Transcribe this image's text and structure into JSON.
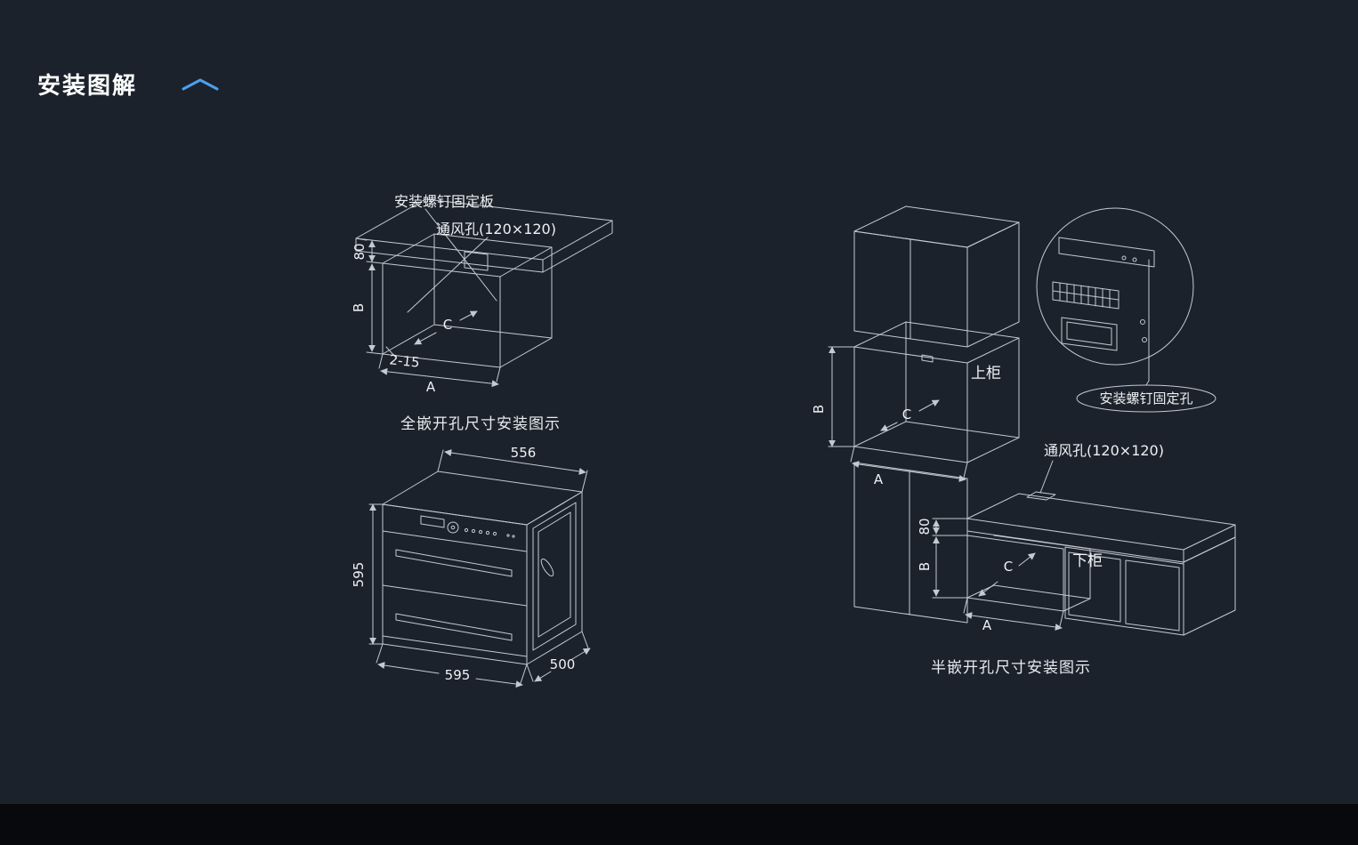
{
  "page": {
    "title": "安装图解"
  },
  "icons": {
    "collapse": "chevron-up"
  },
  "colors": {
    "background": "#1b222b",
    "footer": "#07090c",
    "accent_blue": "#4aa0f0",
    "line": "#c3cad2",
    "text": "#eef1f4"
  },
  "full_embed": {
    "caption": "全嵌开孔尺寸安装图示",
    "screw_plate_label": "安装螺钉固定板",
    "vent_label": "通风孔(120×120)",
    "dim_top_gap": "80",
    "dim_height": "B",
    "dim_depth": "C",
    "dim_gap": "2-15",
    "dim_width": "A"
  },
  "appliance": {
    "dim_top_width": "556",
    "dim_height": "595",
    "dim_front_width": "595",
    "dim_depth": "500"
  },
  "semi_embed": {
    "caption": "半嵌开孔尺寸安装图示",
    "upper_cabinet_label": "上柜",
    "lower_cabinet_label": "下柜",
    "screw_holes_label": "安装螺钉固定孔",
    "vent_label": "通风孔(120×120)",
    "upper_dim_height": "B",
    "upper_dim_depth": "C",
    "upper_dim_width": "A",
    "lower_dim_top_gap": "80",
    "lower_dim_height": "B",
    "lower_dim_depth": "C",
    "lower_dim_width": "A"
  }
}
